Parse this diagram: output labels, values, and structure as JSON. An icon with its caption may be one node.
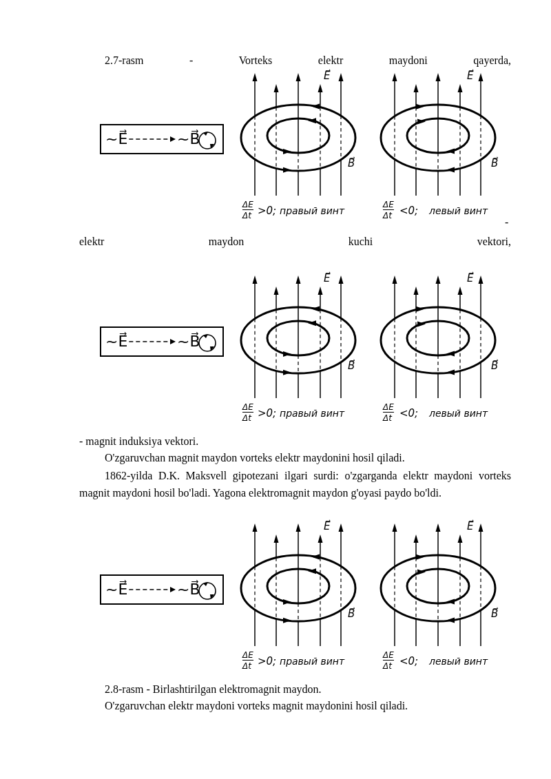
{
  "diagram": {
    "nodes": [
      {
        "text": [],
        "shape": "box"
      },
      {
        "text": [
          "~E⃗"
        ],
        "in": 0
      },
      {
        "text": [
          "~B⃗"
        ],
        "in": 0
      },
      {
        "text": [],
        "shape": "box"
      },
      {
        "text": [
          "~E⃗"
        ],
        "in": 3
      },
      {
        "text": [
          "~B⃗"
        ],
        "in": 3
      },
      {
        "text": [],
        "shape": "box"
      },
      {
        "text": [
          "~E⃗"
        ],
        "in": 6
      },
      {
        "text": [
          "~B⃗"
        ],
        "in": 6
      }
    ],
    "edges": [
      {
        "from": 1,
        "to": 2,
        "arrow": "to",
        "style": "dashed"
      },
      {
        "from": 4,
        "to": 5,
        "arrow": "to",
        "style": "dashed"
      },
      {
        "from": 7,
        "to": 8,
        "arrow": "to",
        "style": "dashed"
      }
    ],
    "labels": [
      "2.7-rasm - Vorteks elektr maydoni qayerda,",
      "E⃗",
      "E⃗",
      "B⃗",
      "B⃗",
      "ΔE",
      "Δt",
      ">0;",
      "правый винт",
      "ΔE",
      "Δt",
      "<0;",
      "левый винт",
      "-",
      "elektr maydon kuchi vektori,",
      "E⃗",
      "E⃗",
      "B⃗",
      "B⃗",
      "ΔE",
      "Δt",
      ">0;",
      "правый винт",
      "ΔE",
      "Δt",
      "<0;",
      "левый винт",
      "- magnit induksiya vektori.",
      "O'zgaruvchan magnit maydon vorteks elektr maydonini hosil qiladi.",
      "1862-yilda D.K. Maksvell gipotezani ilgari surdi: o'zgarganda elektr maydoni vorteks magnit maydoni hosil bo'ladi. Yagona elektromagnit maydon g'oyasi paydo bo'ldi.",
      "E⃗",
      "E⃗",
      "B⃗",
      "B⃗",
      "ΔE",
      "Δt",
      ">0;",
      "правый винт",
      "ΔE",
      "Δt",
      "<0;",
      "левый винт",
      "2.8-rasm - Birlashtirilgan elektromagnit maydon.",
      "O'zgaruvchan elektr maydoni vorteks magnit maydonini hosil qiladi."
    ]
  }
}
